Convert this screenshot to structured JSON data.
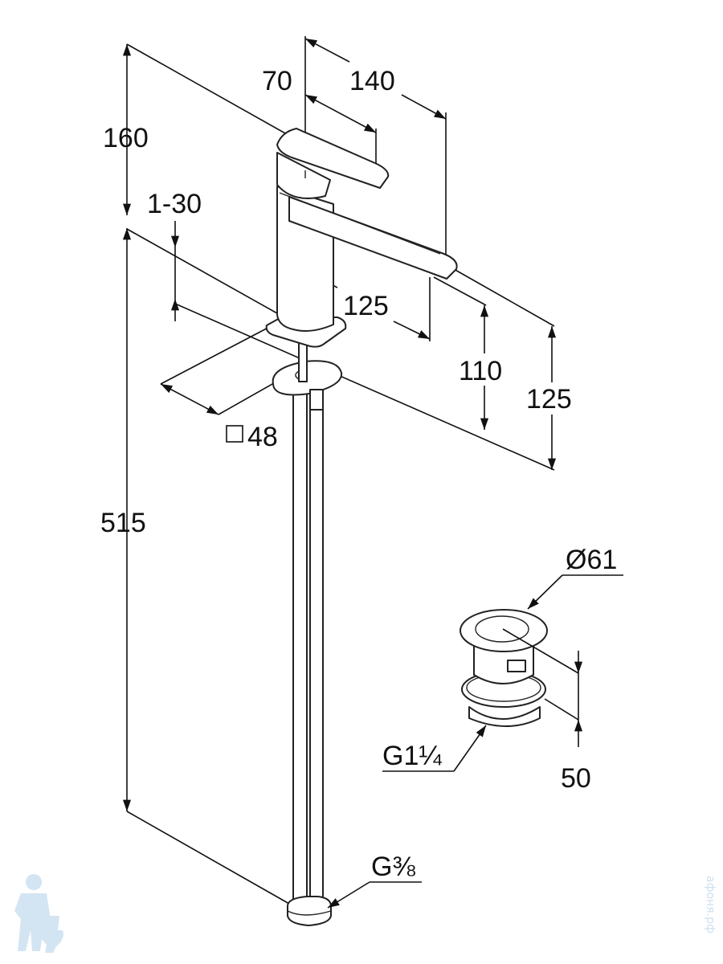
{
  "dimensions": {
    "handle_height": "160",
    "total_height": "515",
    "deck_thickness": "1-30",
    "base_square": "48",
    "base_square_symbol": "□",
    "handle_width": "70",
    "handle_length": "140",
    "spout_reach": "125",
    "spout_height": "110",
    "overall_height": "125",
    "waste_diameter": "Ø61",
    "waste_height": "50",
    "waste_thread": "G1¼",
    "supply_thread": "G⅜"
  },
  "watermark": "афоня.рф",
  "colors": {
    "line": "#111111",
    "watermark": "#cfe0ee"
  }
}
